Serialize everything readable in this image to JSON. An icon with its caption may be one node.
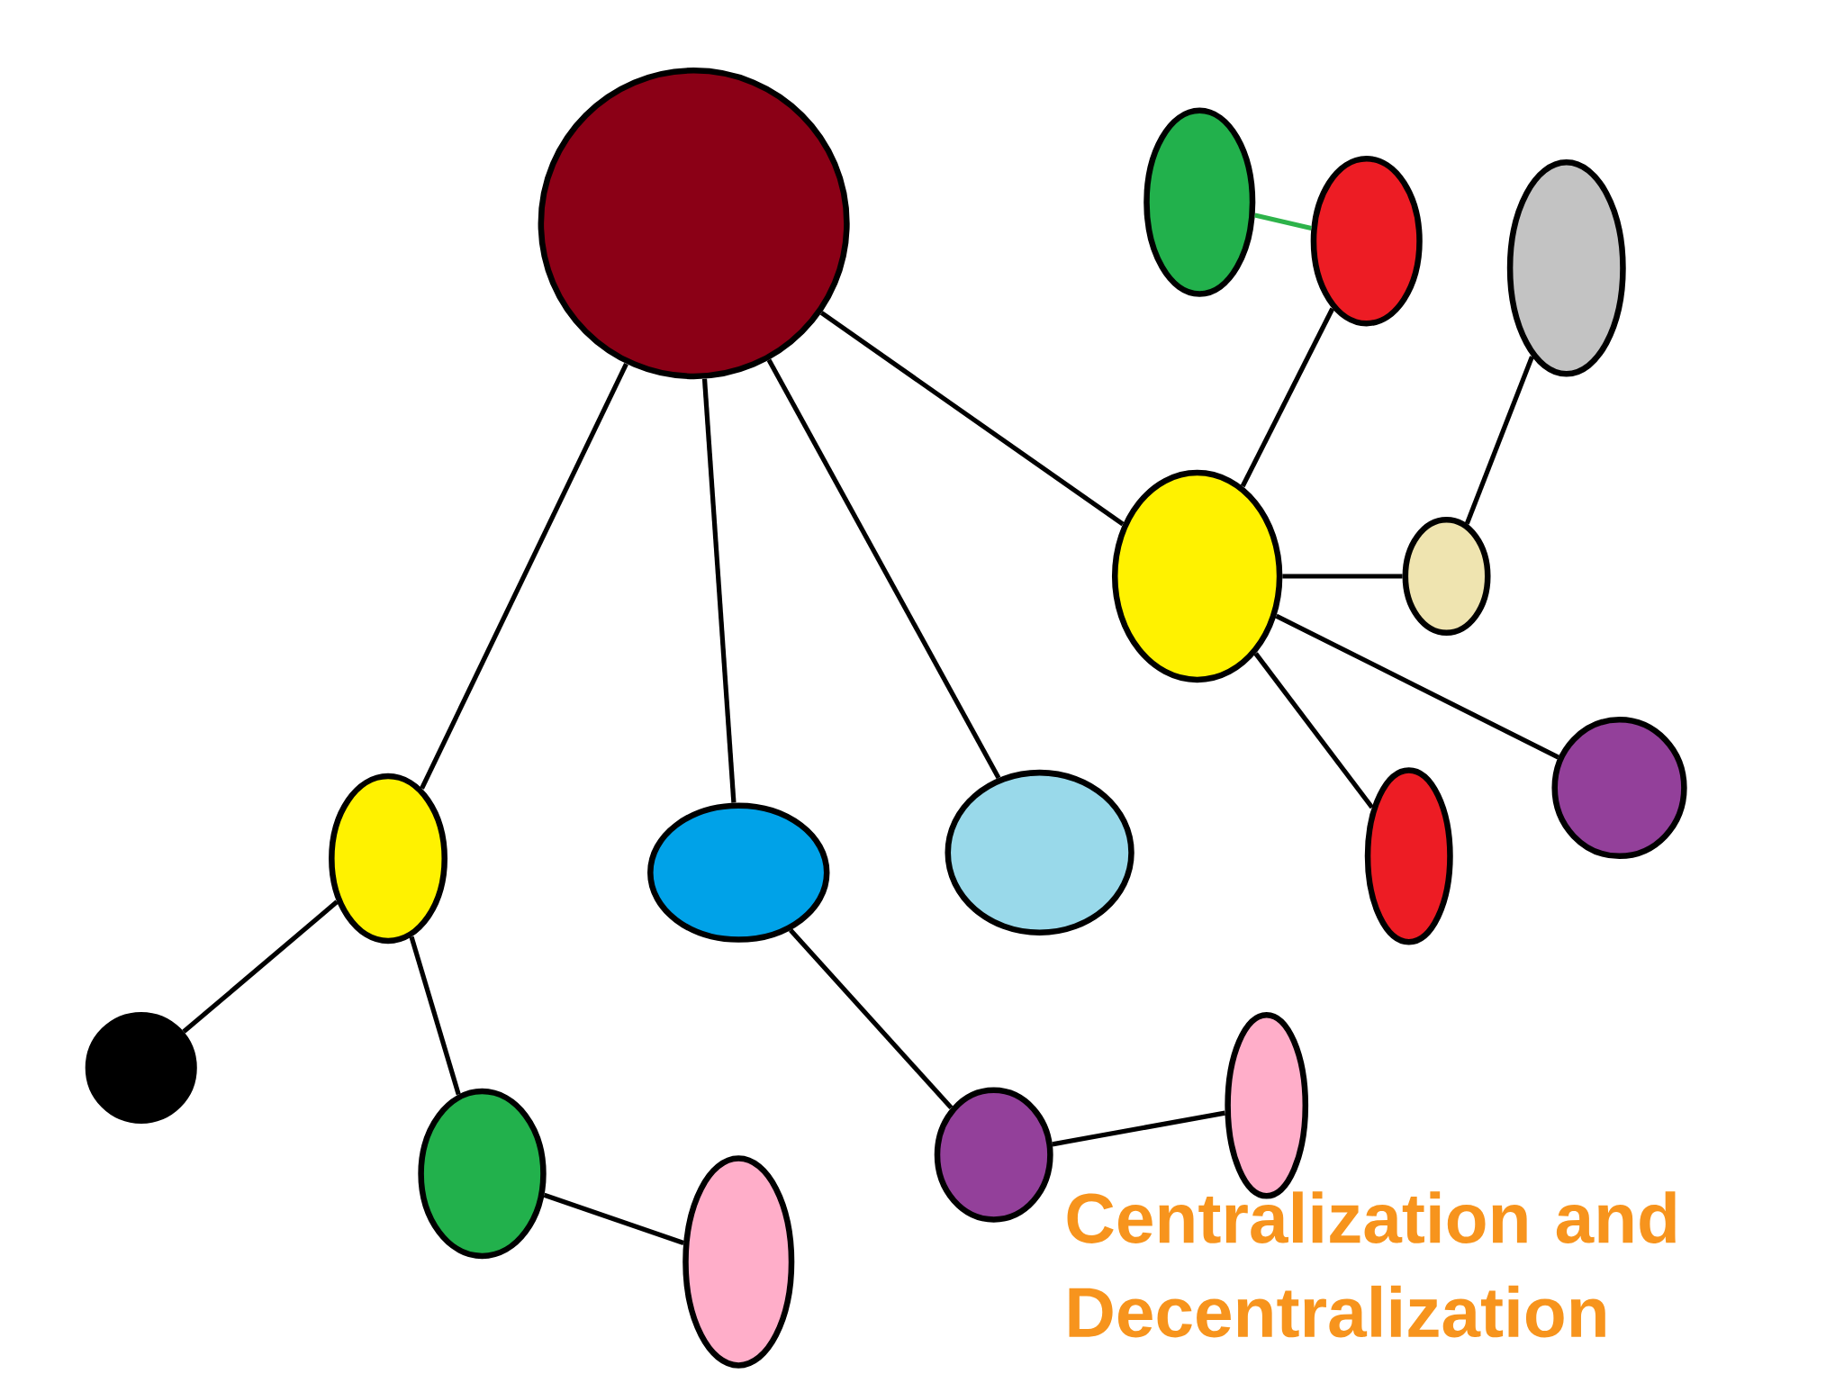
{
  "diagram": {
    "caption": "Centralization and Decentralization",
    "nodes": [
      {
        "text": [],
        "shape": "circle"
      },
      {
        "text": [],
        "shape": "ellipse"
      },
      {
        "text": [],
        "shape": "ellipse"
      },
      {
        "text": [],
        "shape": "ellipse"
      },
      {
        "text": [],
        "shape": "ellipse"
      },
      {
        "text": [],
        "shape": "ellipse"
      },
      {
        "text": [],
        "shape": "ellipse"
      },
      {
        "text": [],
        "shape": "ellipse"
      },
      {
        "text": [],
        "shape": "ellipse"
      },
      {
        "text": [],
        "shape": "ellipse"
      },
      {
        "text": [],
        "shape": "ellipse"
      },
      {
        "text": [],
        "shape": "circle"
      },
      {
        "text": [],
        "shape": "ellipse"
      },
      {
        "text": [],
        "shape": "ellipse"
      },
      {
        "text": [],
        "shape": "ellipse"
      },
      {
        "text": [],
        "shape": "ellipse"
      }
    ],
    "edges": [
      {
        "from": 0,
        "to": 8,
        "arrow": "none"
      },
      {
        "from": 0,
        "to": 9,
        "arrow": "none"
      },
      {
        "from": 0,
        "to": 10,
        "arrow": "none"
      },
      {
        "from": 0,
        "to": 4,
        "arrow": "none"
      },
      {
        "from": 1,
        "to": 2,
        "arrow": "none",
        "color": "#2db34a"
      },
      {
        "from": 4,
        "to": 2,
        "arrow": "none"
      },
      {
        "from": 4,
        "to": 5,
        "arrow": "none"
      },
      {
        "from": 5,
        "to": 3,
        "arrow": "none"
      },
      {
        "from": 4,
        "to": 6,
        "arrow": "none"
      },
      {
        "from": 4,
        "to": 7,
        "arrow": "none"
      },
      {
        "from": 8,
        "to": 11,
        "arrow": "none"
      },
      {
        "from": 8,
        "to": 12,
        "arrow": "none"
      },
      {
        "from": 12,
        "to": 13,
        "arrow": "none"
      },
      {
        "from": 9,
        "to": 14,
        "arrow": "none"
      },
      {
        "from": 14,
        "to": 15,
        "arrow": "none"
      }
    ]
  }
}
